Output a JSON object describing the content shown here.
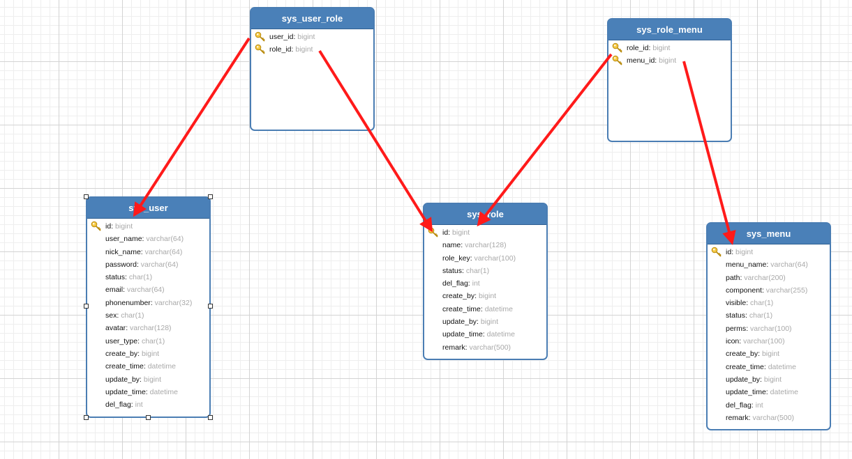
{
  "tables": {
    "sys_user_role": {
      "name": "sys_user_role",
      "fields": [
        {
          "name": "user_id",
          "type": "bigint",
          "key": true
        },
        {
          "name": "role_id",
          "type": "bigint",
          "key": true
        }
      ]
    },
    "sys_role_menu": {
      "name": "sys_role_menu",
      "fields": [
        {
          "name": "role_id",
          "type": "bigint",
          "key": true
        },
        {
          "name": "menu_id",
          "type": "bigint",
          "key": true
        }
      ]
    },
    "sys_user": {
      "name": "sys_user",
      "fields": [
        {
          "name": "id",
          "type": "bigint",
          "key": true
        },
        {
          "name": "user_name",
          "type": "varchar(64)"
        },
        {
          "name": "nick_name",
          "type": "varchar(64)"
        },
        {
          "name": "password",
          "type": "varchar(64)"
        },
        {
          "name": "status",
          "type": "char(1)"
        },
        {
          "name": "email",
          "type": "varchar(64)"
        },
        {
          "name": "phonenumber",
          "type": "varchar(32)"
        },
        {
          "name": "sex",
          "type": "char(1)"
        },
        {
          "name": "avatar",
          "type": "varchar(128)"
        },
        {
          "name": "user_type",
          "type": "char(1)"
        },
        {
          "name": "create_by",
          "type": "bigint"
        },
        {
          "name": "create_time",
          "type": "datetime"
        },
        {
          "name": "update_by",
          "type": "bigint"
        },
        {
          "name": "update_time",
          "type": "datetime"
        },
        {
          "name": "del_flag",
          "type": "int"
        }
      ]
    },
    "sys_role": {
      "name": "sys_role",
      "fields": [
        {
          "name": "id",
          "type": "bigint",
          "key": true
        },
        {
          "name": "name",
          "type": "varchar(128)"
        },
        {
          "name": "role_key",
          "type": "varchar(100)"
        },
        {
          "name": "status",
          "type": "char(1)"
        },
        {
          "name": "del_flag",
          "type": "int"
        },
        {
          "name": "create_by",
          "type": "bigint"
        },
        {
          "name": "create_time",
          "type": "datetime"
        },
        {
          "name": "update_by",
          "type": "bigint"
        },
        {
          "name": "update_time",
          "type": "datetime"
        },
        {
          "name": "remark",
          "type": "varchar(500)"
        }
      ]
    },
    "sys_menu": {
      "name": "sys_menu",
      "fields": [
        {
          "name": "id",
          "type": "bigint",
          "key": true
        },
        {
          "name": "menu_name",
          "type": "varchar(64)"
        },
        {
          "name": "path",
          "type": "varchar(200)"
        },
        {
          "name": "component",
          "type": "varchar(255)"
        },
        {
          "name": "visible",
          "type": "char(1)"
        },
        {
          "name": "status",
          "type": "char(1)"
        },
        {
          "name": "perms",
          "type": "varchar(100)"
        },
        {
          "name": "icon",
          "type": "varchar(100)"
        },
        {
          "name": "create_by",
          "type": "bigint"
        },
        {
          "name": "create_time",
          "type": "datetime"
        },
        {
          "name": "update_by",
          "type": "bigint"
        },
        {
          "name": "update_time",
          "type": "datetime"
        },
        {
          "name": "del_flag",
          "type": "int"
        },
        {
          "name": "remark",
          "type": "varchar(500)"
        }
      ]
    }
  },
  "relations": [
    {
      "from": "sys_user_role.user_id",
      "to": "sys_user.id"
    },
    {
      "from": "sys_user_role.role_id",
      "to": "sys_role.id"
    },
    {
      "from": "sys_role_menu.role_id",
      "to": "sys_role.id"
    },
    {
      "from": "sys_role_menu.menu_id",
      "to": "sys_menu.id"
    }
  ],
  "colors": {
    "header": "#4a80b8",
    "border": "#4a7db3",
    "type_text": "#a8a8a8",
    "arrow": "#ff1a1a",
    "key_icon": "#e8b21a"
  },
  "icons": {
    "primary_key": "key-icon"
  },
  "selected_table": "sys_user"
}
